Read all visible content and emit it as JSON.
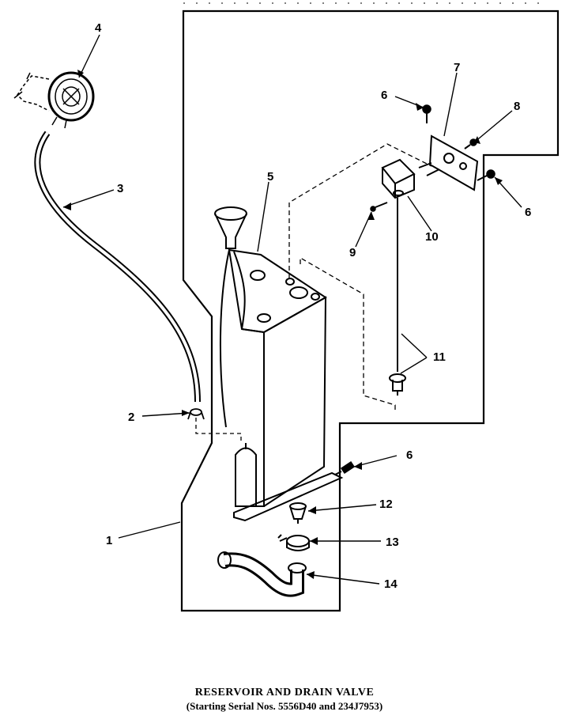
{
  "diagram": {
    "callouts": [
      "1",
      "2",
      "3",
      "4",
      "5",
      "6",
      "6",
      "6",
      "7",
      "8",
      "9",
      "10",
      "11",
      "12",
      "13",
      "14"
    ],
    "caption": {
      "title": "RESERVOIR AND DRAIN VALVE",
      "subtitle": "(Starting Serial Nos. 5556D40 and 234J7953)"
    }
  },
  "colors": {
    "ink": "#000000",
    "paper": "#ffffff"
  }
}
